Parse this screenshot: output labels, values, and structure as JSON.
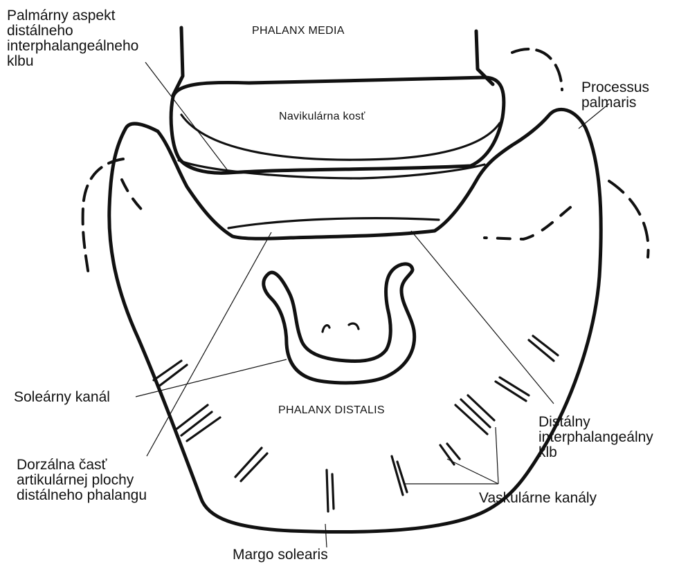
{
  "labels": {
    "phalanx_media": "PHALANX MEDIA",
    "navicular": "Navikulárna kosť",
    "phalanx_distalis": "PHALANX DISTALIS",
    "palmar_aspect": "Palmárny aspekt\ndistálneho\ninterphalangeálneho\nklbu",
    "processus_palmaris": "Processus\npalmaris",
    "solear_canal": "Soleárny kanál",
    "distal_joint": "Distálny\ninterphalangeálny\nklb",
    "dorsal_part": "Dorzálna časť\nartikulárnej plochy\ndistálneho phalangu",
    "vascular_canals": "Vaskulárne kanály",
    "margo_solearis": "Margo solearis"
  }
}
